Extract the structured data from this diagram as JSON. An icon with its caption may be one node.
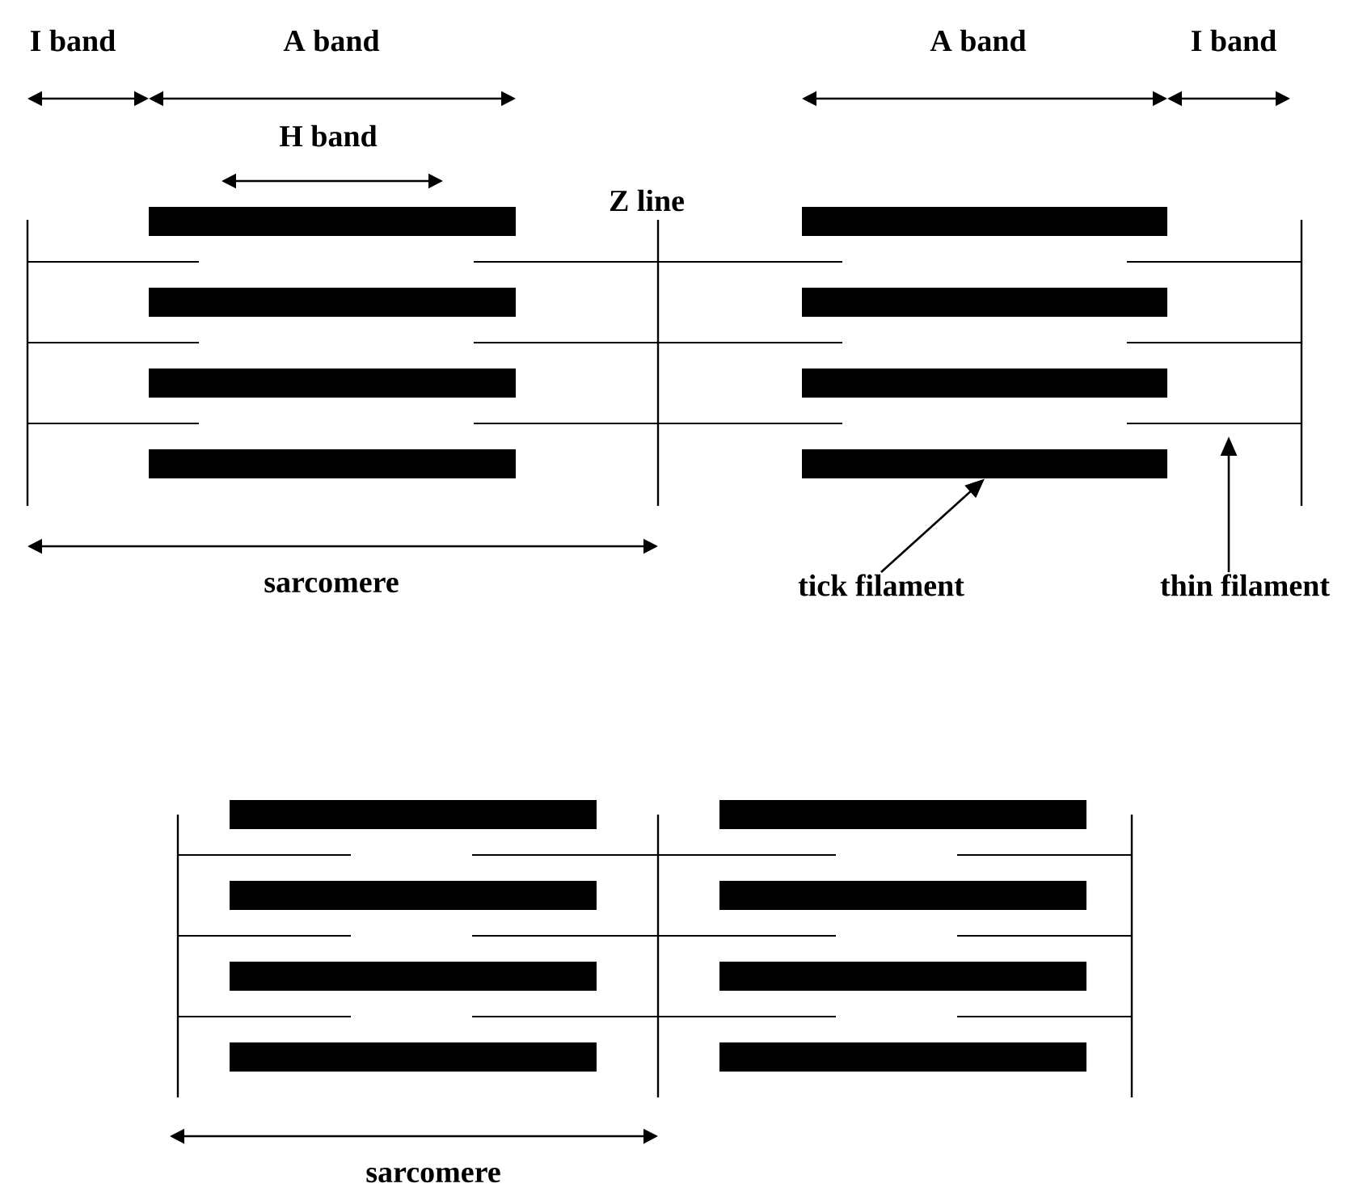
{
  "diagram": {
    "nodes": [
      {
        "text": [
          "tick filament"
        ]
      },
      {
        "text": [],
        "shape": "bar"
      },
      {
        "text": [
          "thin filament"
        ]
      }
    ],
    "edges": [
      {
        "from": 0,
        "to": 1,
        "arrow": "to"
      },
      {
        "from": 2,
        "to": null,
        "arrow": "to"
      }
    ],
    "labels": [
      "I band",
      "A band",
      "A band",
      "I band",
      "H band",
      "Z line",
      "sarcomere",
      "sarcomere"
    ]
  }
}
